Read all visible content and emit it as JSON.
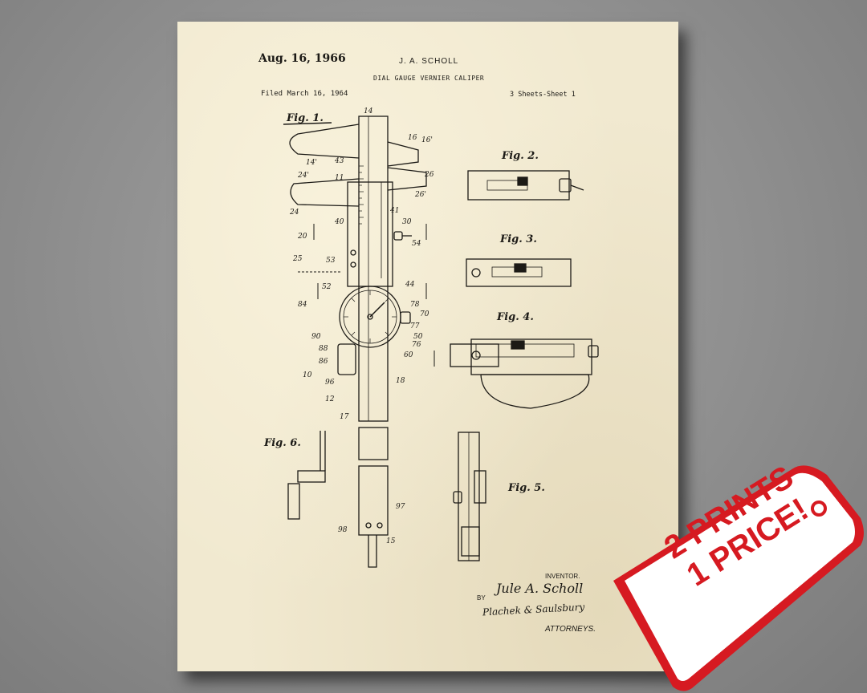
{
  "patent": {
    "date": "Aug. 16, 1966",
    "inventor": "J. A. SCHOLL",
    "title": "DIAL GAUGE VERNIER CALIPER",
    "filed": "Filed March 16, 1964",
    "sheets": "3 Sheets-Sheet 1"
  },
  "figures": {
    "fig1": "Fig. 1.",
    "fig2": "Fig. 2.",
    "fig3": "Fig. 3.",
    "fig4": "Fig. 4.",
    "fig5": "Fig. 5.",
    "fig6": "Fig. 6."
  },
  "signature": {
    "inventor_label": "INVENTOR.",
    "name": "Jule A. Scholl",
    "by": "BY",
    "attorney_sig": "Plachek & Saulsbury",
    "attorneys": "ATTORNEYS."
  },
  "promo": {
    "line1": "2 PRINTS",
    "line2": "1 PRICE!",
    "color": "#d61a21"
  },
  "colors": {
    "background": "#8d8d8d",
    "paper": "#f1e9d0",
    "ink": "#1c1a16"
  }
}
